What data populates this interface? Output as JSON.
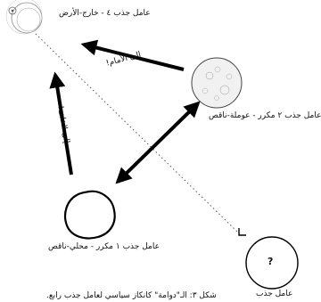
{
  "labels": {
    "attractor4": "عامل جذب ٤ - خارج-الأرض",
    "attractor2": "عامل جذب ٢ مكرر - عوملة-ناقص",
    "attractor1": "عامل جذب ١ مكرر - محلي-ناقص",
    "attractorUnknown": "عامل جذب",
    "unknownMark": "?",
    "forward": "إلى الأمام!",
    "back": "إلى الخلف!",
    "caption": "شكل ٣: الـ\"دوامة\" كانكاز سياسي لعامل جذب رابع."
  }
}
